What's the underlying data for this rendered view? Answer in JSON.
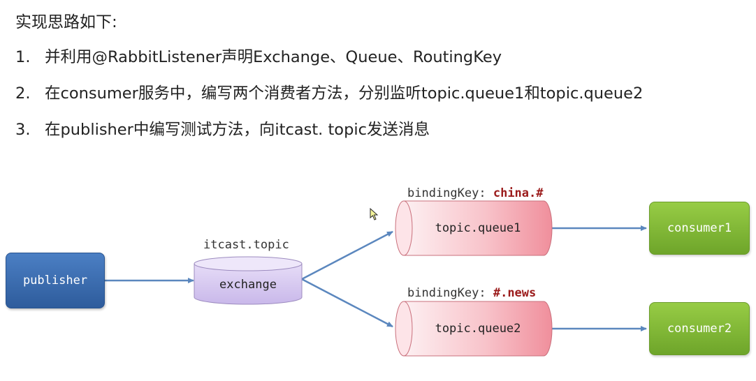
{
  "title": "实现思路如下:",
  "steps": [
    {
      "num": "1.",
      "text": "并利用@RabbitListener声明Exchange、Queue、RoutingKey"
    },
    {
      "num": "2.",
      "text": "在consumer服务中，编写两个消费者方法，分别监听topic.queue1和topic.queue2"
    },
    {
      "num": "3.",
      "text": "在publisher中编写测试方法，向itcast. topic发送消息"
    }
  ],
  "diagram": {
    "publisher": "publisher",
    "exchange_name": "itcast.topic",
    "exchange": "exchange",
    "queue1": {
      "binding_prefix": "bindingKey:",
      "binding_key": "china.#",
      "name": "topic.queue1"
    },
    "queue2": {
      "binding_prefix": "bindingKey:",
      "binding_key": "#.news",
      "name": "topic.queue2"
    },
    "consumer1": "consumer1",
    "consumer2": "consumer2"
  },
  "colors": {
    "publisher": "#3a6db0",
    "exchange": "#d9cdf0",
    "queue": "#f5a6b0",
    "consumer": "#82b935",
    "arrow": "#5b87be",
    "binding_key": "#9b1b1b"
  }
}
